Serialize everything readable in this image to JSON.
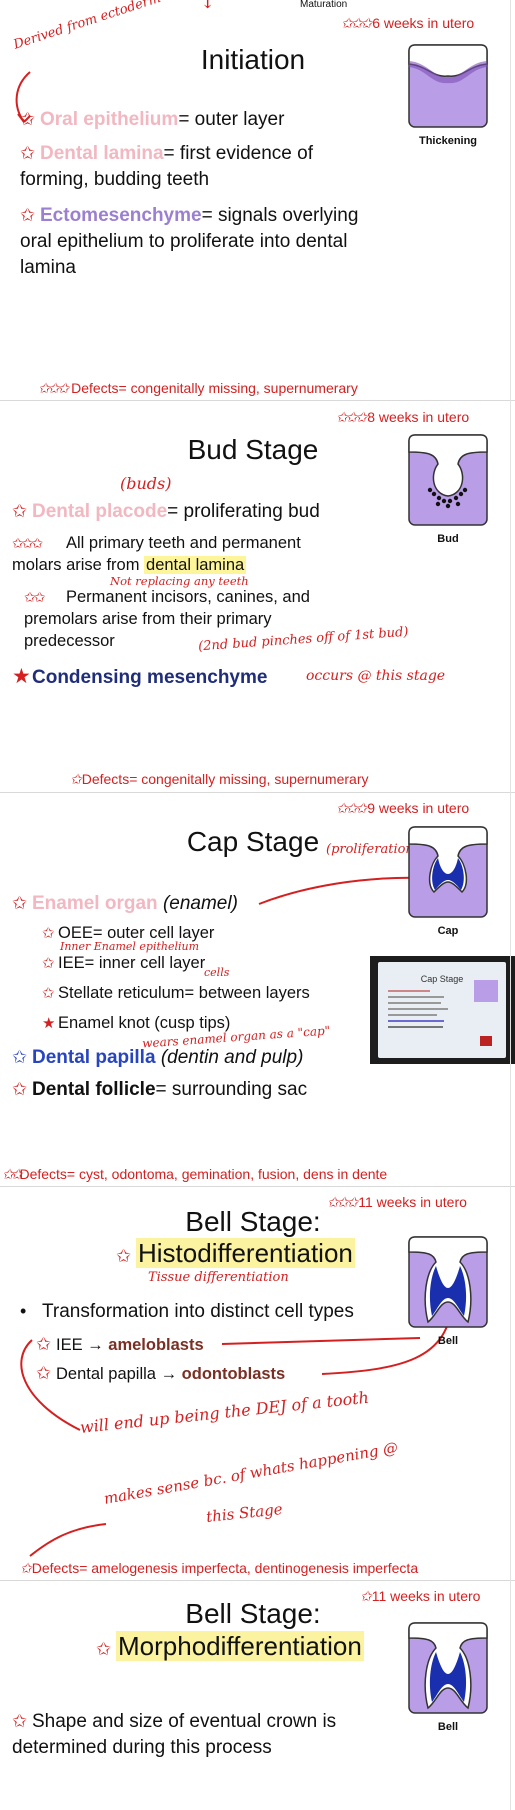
{
  "top_cut_label": "Maturation",
  "initiation": {
    "weeks": "6 weeks in utero",
    "title": "Initiation",
    "hand_derived": "Derived from ectoderm",
    "items": [
      {
        "term": "Oral epithelium",
        "rest": "= outer layer"
      },
      {
        "term": "Dental lamina",
        "rest": "= first evidence of forming, budding teeth"
      },
      {
        "term": "Ectomesenchyme",
        "rest": "= signals overlying oral epithelium to proliferate into dental lamina"
      }
    ],
    "image_caption": "Thickening",
    "defects": "Defects= congenitally missing, supernumerary"
  },
  "bud": {
    "weeks": "8 weeks in utero",
    "title": "Bud Stage",
    "hand_buds": "(buds)",
    "item1_term": "Dental placode",
    "item1_rest": "= proliferating bud",
    "item2_pre": "All primary teeth and permanent molars arise from ",
    "item2_hl": "dental lamina",
    "hand_not_replacing": "Not replacing any teeth",
    "item3": "Permanent incisors, canines, and premolars arise from their primary predecessor",
    "hand_bud_pinches": "(2nd bud pinches off of 1st bud)",
    "item4": "Condensing mesenchyme",
    "hand_occurs": "occurs @ this stage",
    "image_caption": "Bud",
    "defects": "Defects= congenitally missing, supernumerary"
  },
  "cap": {
    "weeks": "9 weeks in utero",
    "title": "Cap Stage",
    "hand_proliferation": "(proliferation)",
    "enamel_term": "Enamel organ",
    "enamel_rest": "(enamel)",
    "sub": [
      "OEE= outer cell layer",
      "IEE= inner cell layer",
      "Stellate reticulum= between layers",
      "Enamel knot (cusp tips)"
    ],
    "hand_inner": "Inner Enamel epithelium",
    "hand_cells": "cells",
    "hand_wears": "wears enamel organ as a \"cap\"",
    "papilla_term": "Dental papilla",
    "papilla_rest": "(dentin and pulp)",
    "follicle_term": "Dental follicle",
    "follicle_rest": "= surrounding sac",
    "image_caption": "Cap",
    "thumb_title": "Cap Stage",
    "defects": "Defects= cyst, odontoma, gemination, fusion, dens in dente"
  },
  "bell1": {
    "weeks": "11 weeks in utero",
    "title": "Bell Stage:",
    "subtitle": "Histodifferentiation",
    "hand_tissue": "Tissue differentiation",
    "item1": "Transformation into distinct cell types",
    "item2_pre": "IEE → ",
    "item2_term": "ameloblasts",
    "item3_pre": "Dental papilla → ",
    "item3_term": "odontoblasts",
    "hand_dej": "will end up being the DEJ of a tooth",
    "hand_makes_sense": "makes sense bc. of whats happening @",
    "hand_this_stage": "this Stage",
    "image_caption": "Bell",
    "defects": "Defects= amelogenesis imperfecta, dentinogenesis imperfecta"
  },
  "bell2": {
    "weeks": "11 weeks in utero",
    "title": "Bell Stage:",
    "subtitle": "Morphodifferentiation",
    "item1": "Shape and size of eventual crown is determined during this process",
    "image_caption": "Bell"
  },
  "colors": {
    "annotation_red": "#d42020",
    "highlight": "#fdf59a",
    "oral_pink": "#f2b7c0",
    "ecto_lavender": "#9b7fd0",
    "tooth_purple": "#9c7ac9",
    "enamel_blue": "#1a2fae"
  }
}
